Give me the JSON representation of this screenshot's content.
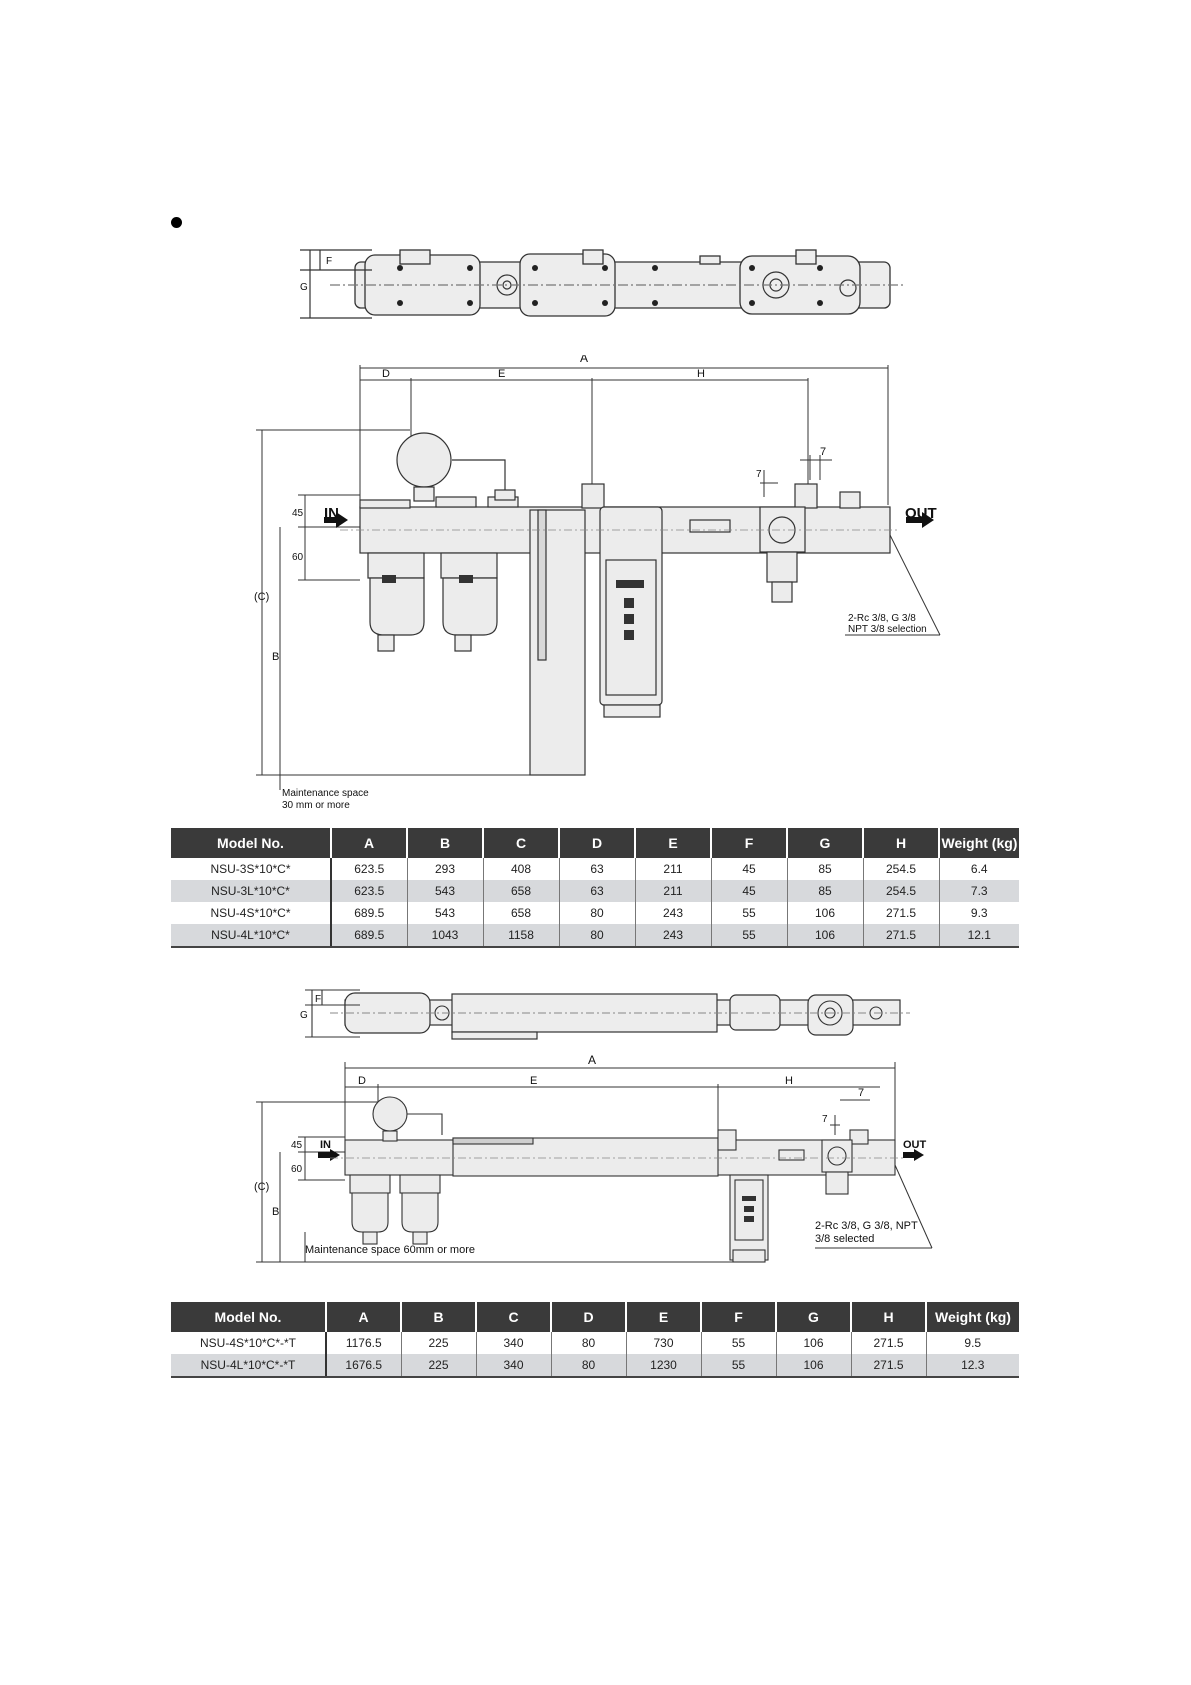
{
  "columns": [
    "Model No.",
    "A",
    "B",
    "C",
    "D",
    "E",
    "F",
    "G",
    "H",
    "Weight (kg)"
  ],
  "table1": [
    [
      "NSU-3S*10*C*",
      "623.5",
      "293",
      "408",
      "63",
      "211",
      "45",
      "85",
      "254.5",
      "6.4"
    ],
    [
      "NSU-3L*10*C*",
      "623.5",
      "543",
      "658",
      "63",
      "211",
      "45",
      "85",
      "254.5",
      "7.3"
    ],
    [
      "NSU-4S*10*C*",
      "689.5",
      "543",
      "658",
      "80",
      "243",
      "55",
      "106",
      "271.5",
      "9.3"
    ],
    [
      "NSU-4L*10*C*",
      "689.5",
      "1043",
      "1158",
      "80",
      "243",
      "55",
      "106",
      "271.5",
      "12.1"
    ]
  ],
  "table2": [
    [
      "NSU-4S*10*C*-*T",
      "1176.5",
      "225",
      "340",
      "80",
      "730",
      "55",
      "106",
      "271.5",
      "9.5"
    ],
    [
      "NSU-4L*10*C*-*T",
      "1676.5",
      "225",
      "340",
      "80",
      "1230",
      "55",
      "106",
      "271.5",
      "12.3"
    ]
  ],
  "drawing1": {
    "dim_A": "A",
    "dim_D": "D",
    "dim_E": "E",
    "dim_H": "H",
    "dim_B": "B",
    "dim_C": "(C)",
    "dim_F": "F",
    "dim_G": "G",
    "dim_45": "45",
    "dim_60": "60",
    "dim_7": "7",
    "inlet": "IN",
    "outlet": "OUT",
    "port_line1": "2-Rc 3/8, G 3/8",
    "port_line2": "NPT 3/8 selection",
    "maint_line1": "Maintenance space",
    "maint_line2": "30 mm or more"
  },
  "drawing2": {
    "dim_A": "A",
    "dim_D": "D",
    "dim_E": "E",
    "dim_H": "H",
    "dim_B": "B",
    "dim_C": "(C)",
    "dim_F": "F",
    "dim_G": "G",
    "dim_45": "45",
    "dim_60": "60",
    "dim_7": "7",
    "inlet": "IN",
    "outlet": "OUT",
    "port_line1": "2-Rc 3/8, G 3/8, NPT",
    "port_line2": "3/8 selected",
    "maint_line1": "Maintenance space 60mm or more"
  }
}
